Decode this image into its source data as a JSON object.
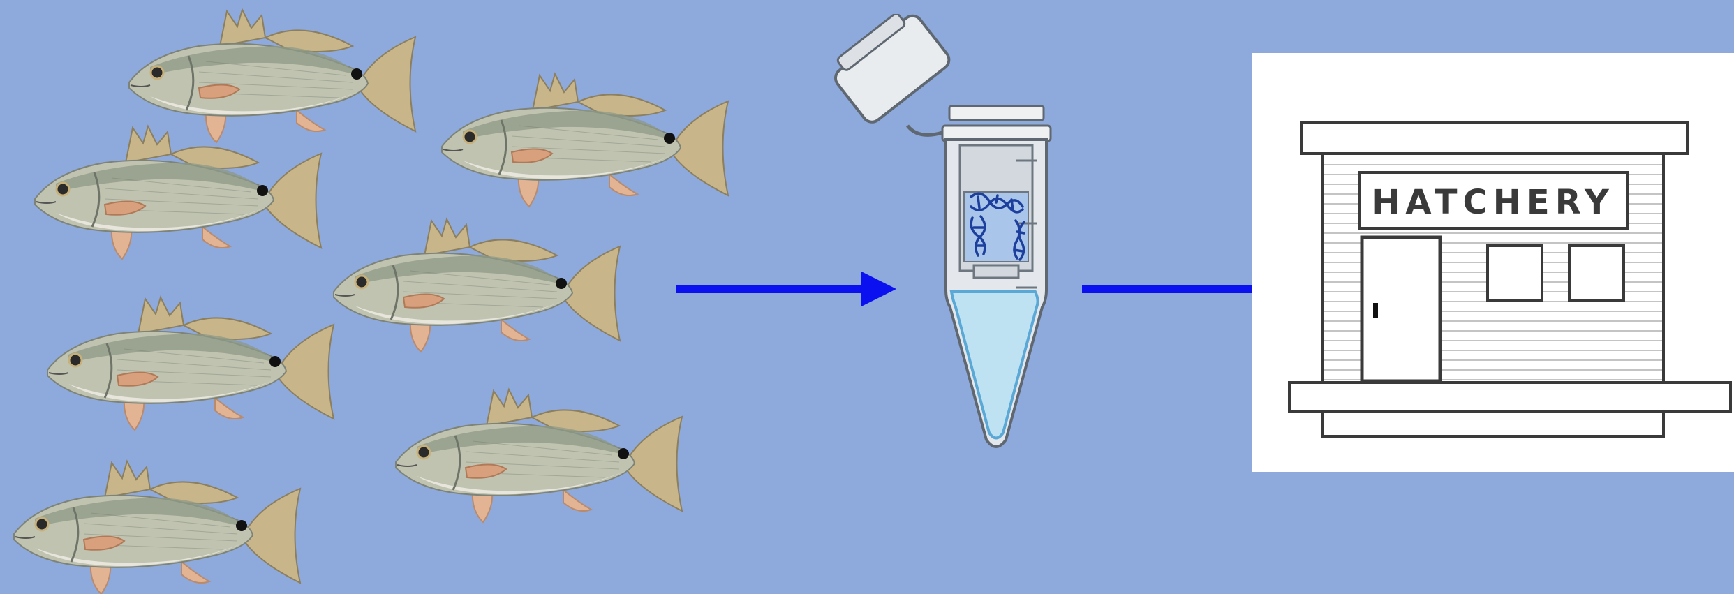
{
  "colors": {
    "background": "#8ea9dc",
    "arrow": "#0a10f0",
    "fish_body": "#bfc3b0",
    "fish_back": "#8d9a86",
    "fish_fin": "#c8b68a",
    "fish_belly": "#e8e6dc",
    "fish_pectoral": "#d9a07e",
    "tube_liquid": "#bfe2f3",
    "dna": "#1c3f9e",
    "hatchery_line": "#3a3a3a"
  },
  "fish_school": [
    {
      "name": "redfish-1",
      "icon": "fish-icon"
    },
    {
      "name": "redfish-2",
      "icon": "fish-icon"
    },
    {
      "name": "redfish-3",
      "icon": "fish-icon"
    },
    {
      "name": "redfish-4",
      "icon": "fish-icon"
    },
    {
      "name": "redfish-5",
      "icon": "fish-icon"
    },
    {
      "name": "redfish-6",
      "icon": "fish-icon"
    },
    {
      "name": "redfish-7",
      "icon": "fish-icon"
    }
  ],
  "sample_tube": {
    "icon": "dna-tube-icon"
  },
  "hatchery": {
    "icon": "hatchery-building-icon",
    "sign_text": "HATCHERY"
  },
  "arrows": [
    {
      "name": "arrow-fish-to-tube",
      "icon": "arrow-right-icon"
    },
    {
      "name": "arrow-tube-to-hatchery",
      "icon": "arrow-right-icon"
    }
  ]
}
